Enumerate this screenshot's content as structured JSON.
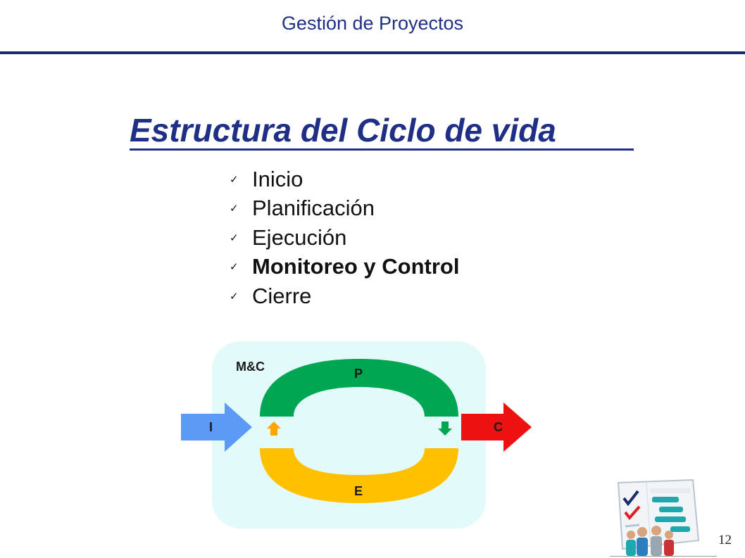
{
  "header": {
    "title": "Gestión de Proyectos"
  },
  "slide": {
    "title": "Estructura del Ciclo de vida ",
    "phases": [
      {
        "label": "Inicio",
        "bold": false
      },
      {
        "label": "Planificación",
        "bold": false
      },
      {
        "label": "Ejecución",
        "bold": false
      },
      {
        "label": "Monitoreo y Control",
        "bold": true
      },
      {
        "label": "Cierre",
        "bold": false
      }
    ],
    "check_glyph": "✓"
  },
  "diagram": {
    "monitor_label": "M&C",
    "planning_label": "P",
    "execution_label": "E",
    "initiation_label": "I",
    "closing_label": "C",
    "colors": {
      "panel": "#e3fafb",
      "planning": "#00a651",
      "execution": "#ffc000",
      "initiation": "#5b9bf5",
      "closing": "#ee1111"
    }
  },
  "footer": {
    "page_number": "12"
  }
}
